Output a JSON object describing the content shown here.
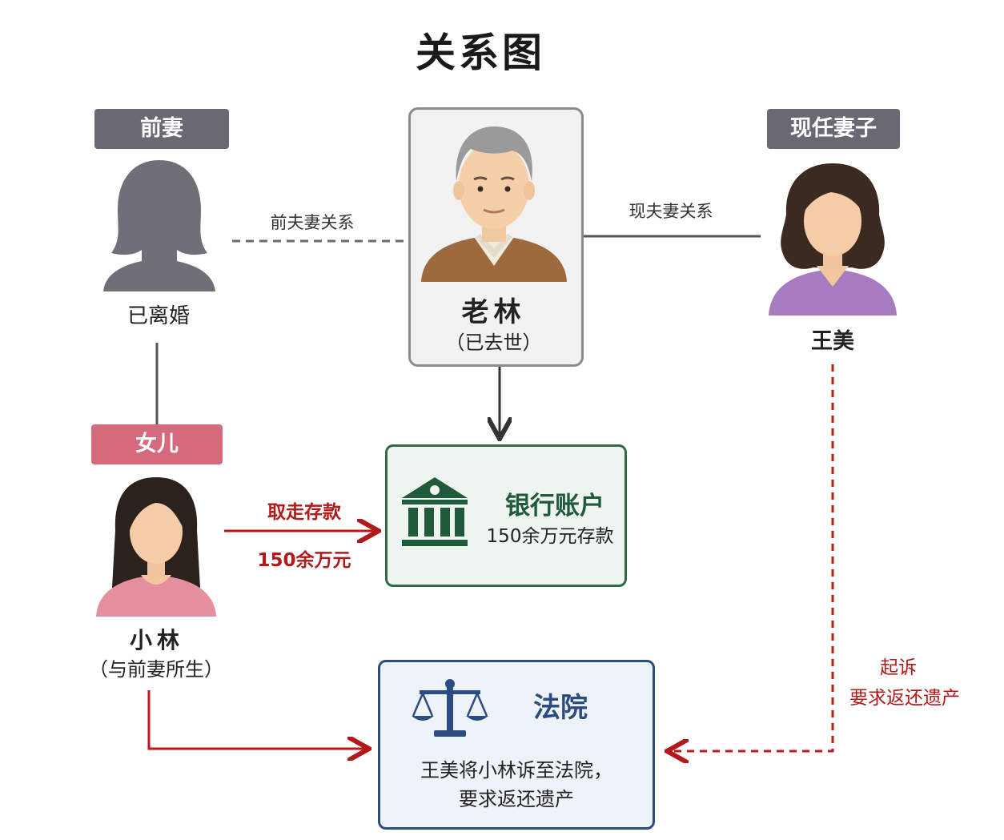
{
  "title": "关系图",
  "ex_wife": {
    "badge": "前妻",
    "status": "已离婚"
  },
  "current_wife": {
    "badge": "现任妻子",
    "name": "王美"
  },
  "laolin": {
    "name": "老林",
    "status": "（已去世）"
  },
  "daughter": {
    "badge": "女儿",
    "name": "小林",
    "note": "（与前妻所生）"
  },
  "relations": {
    "ex_marriage": "前夫妻关系",
    "current_marriage": "现夫妻关系"
  },
  "withdraw": {
    "action": "取走存款",
    "amount": "150余万元"
  },
  "bank": {
    "title": "银行账户",
    "subtitle": "150余万元存款"
  },
  "lawsuit": {
    "line1": "起诉",
    "line2": "要求返还遗产"
  },
  "court": {
    "title": "法院",
    "desc_line1": "王美将小林诉至法院，",
    "desc_line2": "要求返还遗产"
  },
  "icons": [
    "female-silhouette-icon",
    "old-man-avatar-icon",
    "woman-avatar-icon",
    "girl-avatar-icon",
    "bank-icon",
    "scales-icon"
  ],
  "colors": {
    "gray_badge": "#676973",
    "pink_badge": "#d46a7c",
    "red": "#b11a1a",
    "bank_green": "#2e6b46",
    "court_blue": "#2b4c80"
  }
}
